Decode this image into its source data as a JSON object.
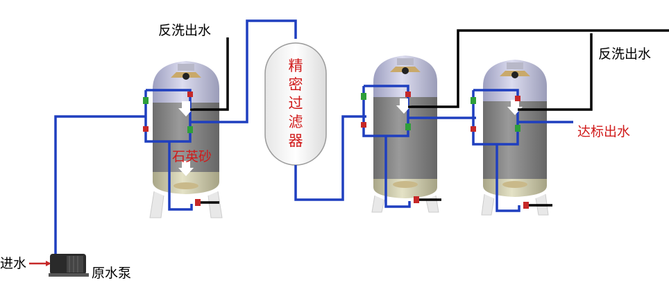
{
  "labels": {
    "backwash_out_left": "反洗出水",
    "backwash_out_right": "反洗出水",
    "precision_filter": "精密过滤器",
    "quartz_sand": "石英砂",
    "compliant_out": "达标出水",
    "water_in": "进水",
    "raw_pump": "原水泵"
  },
  "colors": {
    "water_pipe": "#1f3fbf",
    "backwash_pipe": "#000000",
    "label_red": "#d01a1a",
    "label_black": "#000000",
    "valve_red": "#c62828",
    "valve_green": "#2e9e3a",
    "tank_upper": "#c9cbe4",
    "tank_media": "#8c8c8c",
    "tank_bottom": "#d9d6b3"
  }
}
